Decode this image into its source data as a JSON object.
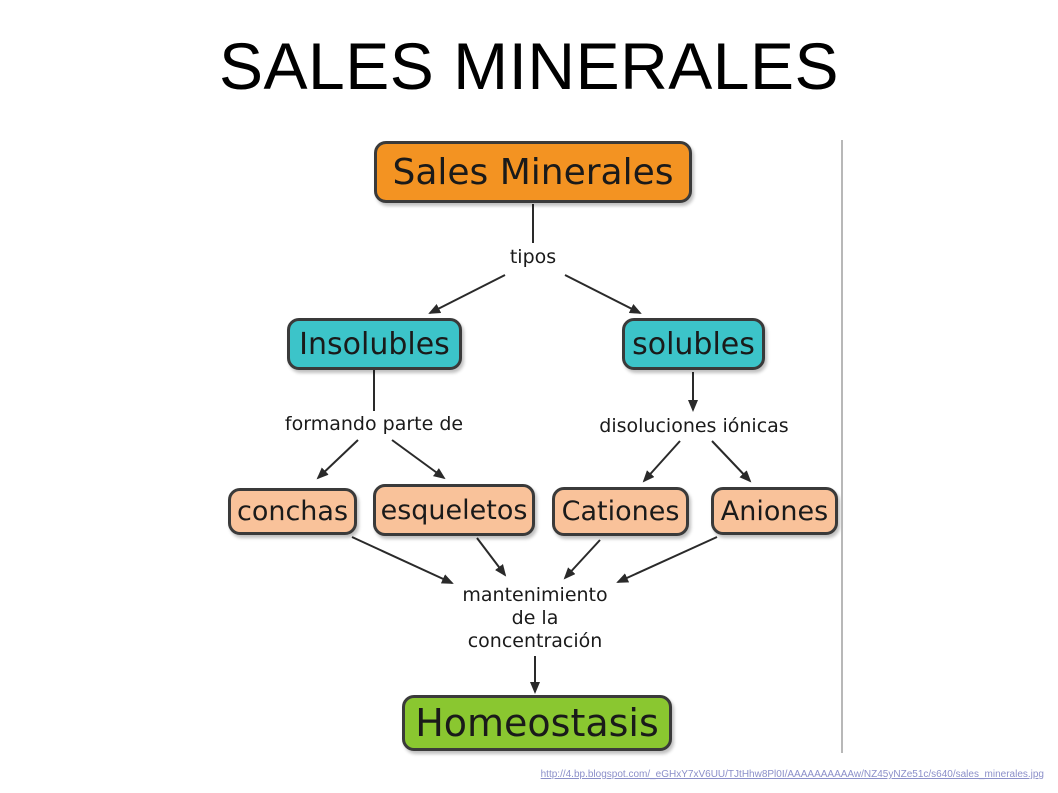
{
  "slide": {
    "title": "SALES MINERALES",
    "source_url": "http://4.bp.blogspot.com/_eGHxY7xV6UU/TJtHhw8Pl0I/AAAAAAAAAAw/NZ45yNZe51c/s640/sales_minerales.jpg"
  },
  "concept_map": {
    "root": "Sales Minerales",
    "root_link": "tipos",
    "types": {
      "insoluble": "Insolubles",
      "soluble": "solubles"
    },
    "insoluble_link": "formando parte de",
    "soluble_link": "disoluciones iónicas",
    "leaves": {
      "conchas": "conchas",
      "esqueletos": "esqueletos",
      "cationes": "Cationes",
      "aniones": "Aniones"
    },
    "maintenance_link": "mantenimiento\nde la\nconcentración",
    "result": "Homeostasis"
  },
  "colors": {
    "root": "#f39322",
    "types": "#3cc4c9",
    "leaves": "#f9c29a",
    "result": "#8ac730",
    "outline": "#3a3a3a",
    "link": "#8b8fc9"
  }
}
